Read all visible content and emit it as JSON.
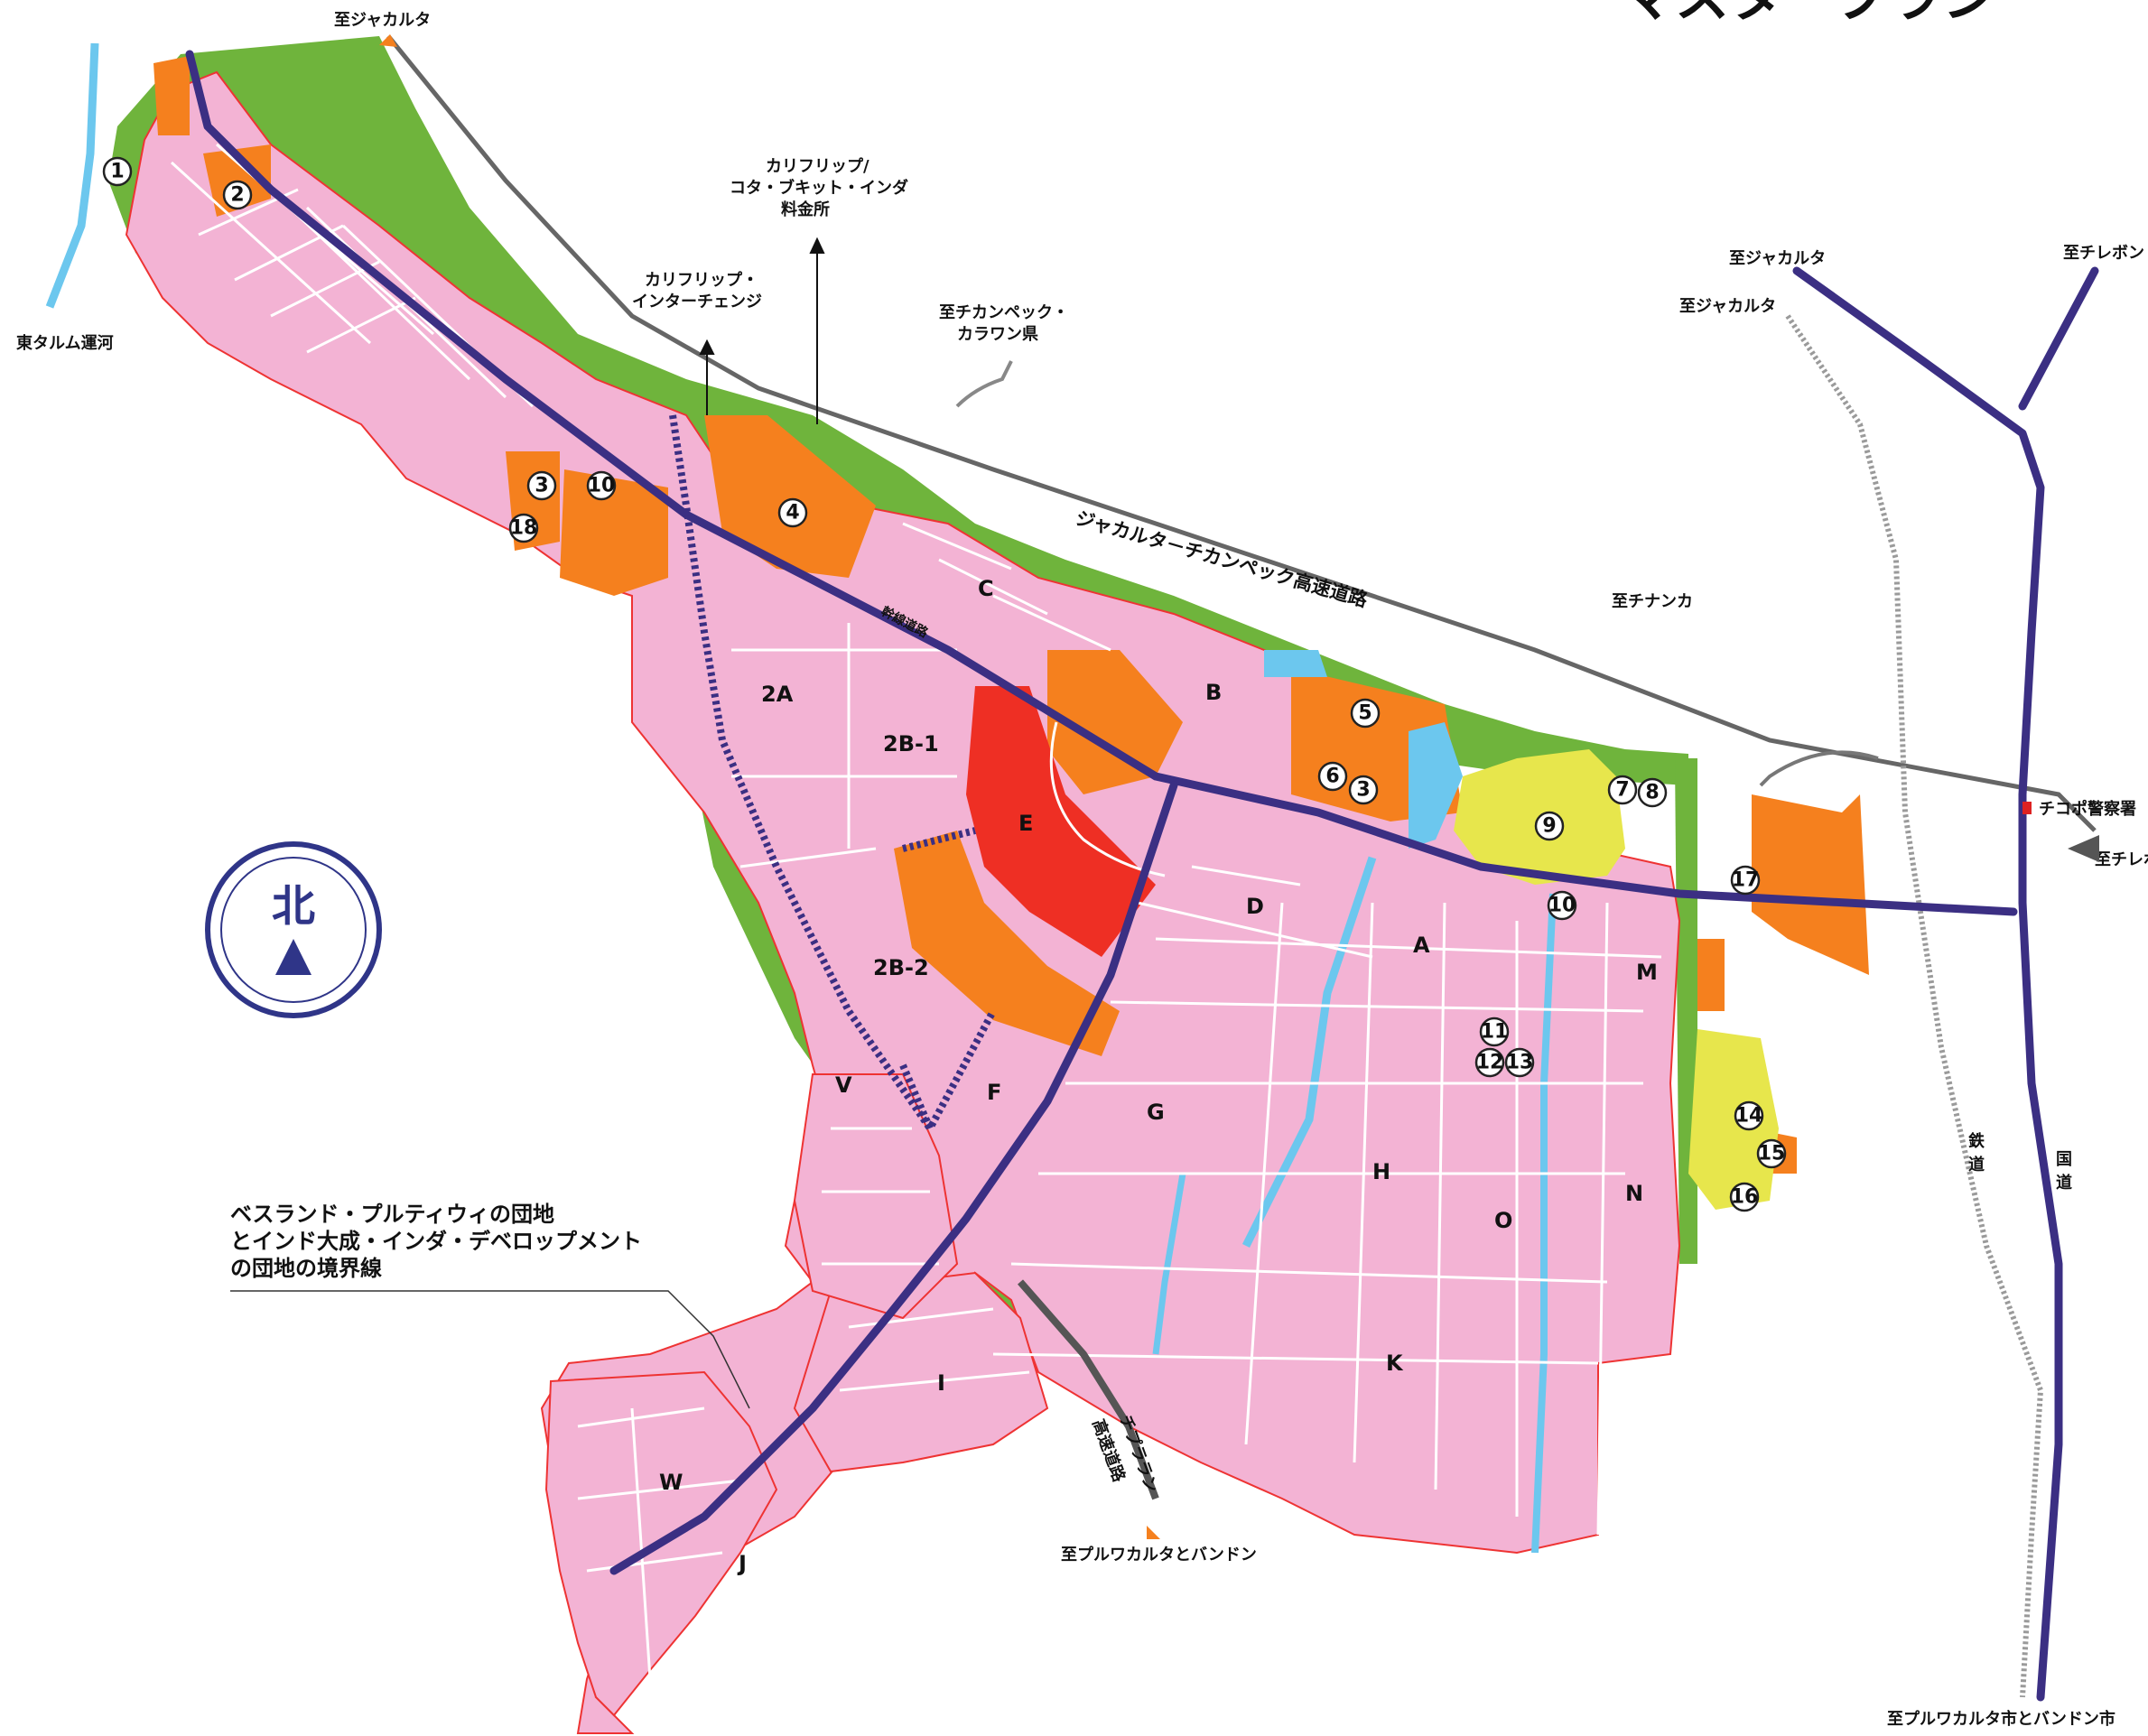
{
  "title": "マスタープラン",
  "compass": {
    "label": "北",
    "icon": "north-arrow-icon"
  },
  "colors": {
    "residential_industrial": "#f3b3d4",
    "green_belt": "#6fb43c",
    "commercial": "#f5801e",
    "center": "#ee2f24",
    "housing": "#e7e64c",
    "highway": "#3b2f83",
    "water": "#6cc7ee",
    "rail": "#8a8a8a"
  },
  "destinations": {
    "to_jakarta_top": "至ジャカルタ",
    "to_jakarta_right1": "至ジャカルタ",
    "to_jakarta_right2": "至ジャカルタ",
    "to_cirebon_right": "至チレボン",
    "to_cirebon_arrow": "至チレボ",
    "to_cikampek": [
      "至チカンペック・",
      "カラワン県"
    ],
    "to_cinanka": "至チナンカ",
    "to_purwakarta": "至プルワカルタとバンドン",
    "to_purwakarta_city": "至プルワカルタ市とバンドン市"
  },
  "labels": {
    "canal": "東タルム運河",
    "tollgate": [
      "カリフリップ/",
      "コタ・ブキット・インダ",
      "料金所"
    ],
    "interchange": [
      "カリフリップ・",
      "インターチェンジ"
    ],
    "highway_main": "ジャカルタ－チカンペック高速道路",
    "trunk_road": "幹線道路",
    "cipularang": [
      "チプララン",
      "高速道路"
    ],
    "police": "チコポ警察署",
    "railway": [
      "鉄",
      "道"
    ],
    "national_road": [
      "国",
      "道"
    ],
    "boundary_note": [
      "ベスランド・プルティウィの団地",
      "とインド大成・インダ・デベロップメント",
      "の団地の境界線"
    ]
  },
  "zones": [
    "A",
    "B",
    "C",
    "D",
    "E",
    "F",
    "G",
    "H",
    "I",
    "J",
    "K",
    "M",
    "N",
    "O",
    "V",
    "W",
    "2A",
    "2B-1",
    "2B-2"
  ],
  "facilities": [
    "1",
    "2",
    "3",
    "4",
    "5",
    "6",
    "3",
    "7",
    "8",
    "9",
    "10",
    "10",
    "11",
    "12",
    "13",
    "14",
    "15",
    "16",
    "17",
    "18"
  ]
}
